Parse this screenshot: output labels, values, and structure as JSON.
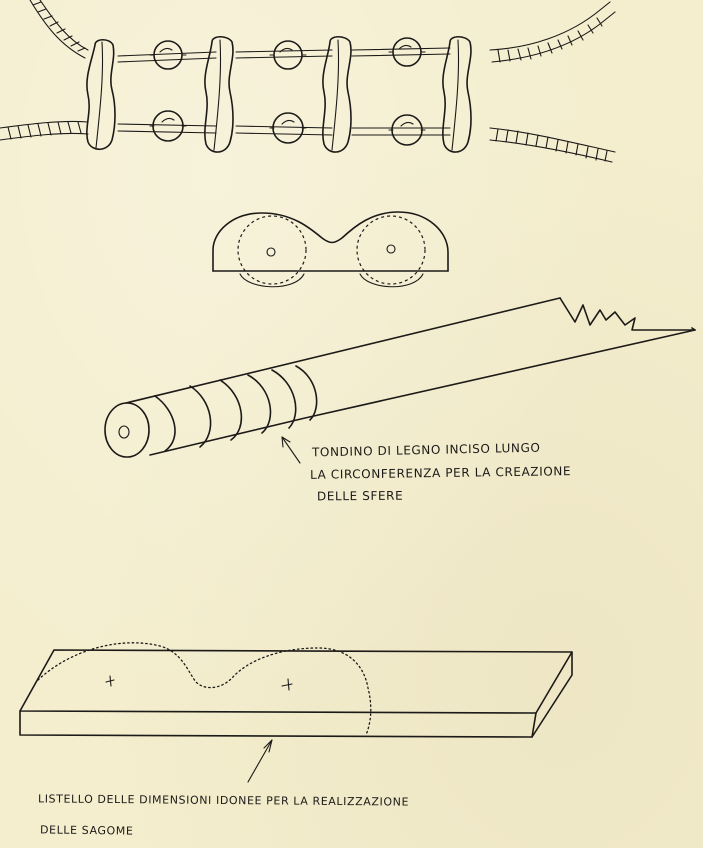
{
  "labels": {
    "tondino_line1": "TONDINO DI LEGNO INCISO LUNGO",
    "tondino_line2": "LA CIRCONFERENZA PER LA CREAZIONE",
    "tondino_line3": "DELLE SFERE",
    "listello_line1": "LISTELLO DELLE DIMENSIONI IDONEE PER LA REALIZZAZIONE",
    "listello_line2": "DELLE SAGOME"
  },
  "colors": {
    "paper": "#f4eece",
    "ink": "#1c1a18"
  }
}
